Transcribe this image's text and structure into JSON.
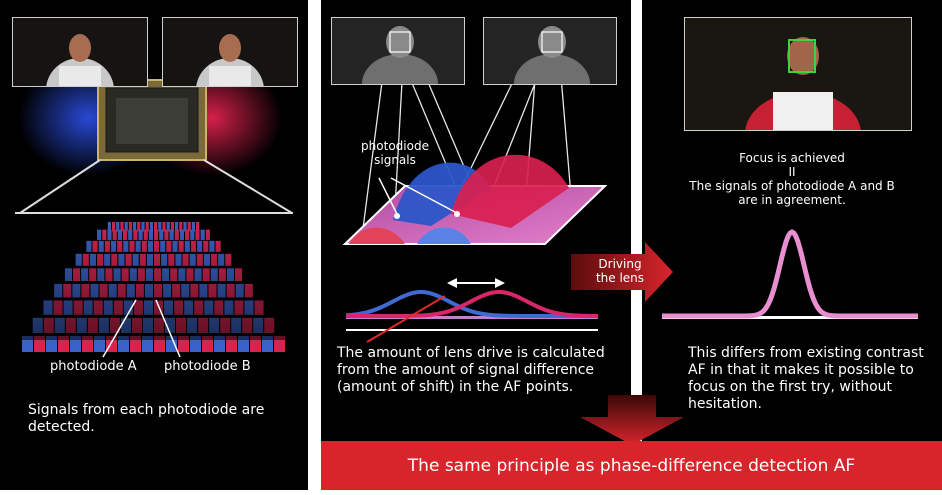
{
  "panel1": {
    "label_a": "photodiode A",
    "label_b": "photodiode B",
    "caption": "Signals from each photodiode are detected."
  },
  "panel2": {
    "signals_label_line1": "photodiode",
    "signals_label_line2": "signals",
    "caption": "The amount of lens drive is calculated from the amount of signal difference (amount of shift) in the AF points."
  },
  "arrow": {
    "line1": "Driving",
    "line2": "the lens"
  },
  "panel3": {
    "focus_line1": "Focus is achieved",
    "focus_equals": "II",
    "focus_line2": "The signals of photodiode A and B",
    "focus_line3": "are in agreement.",
    "caption": "This differs from existing contrast AF in that it makes it possible to focus on the first try, without hesitation."
  },
  "banner": {
    "text": "The same principle as phase-difference detection AF"
  },
  "colors": {
    "photodiode_a": "#3a63c8",
    "photodiode_b": "#d62450",
    "focused_signal": "#e88fcf",
    "banner": "#d8252c",
    "focus_box": "#3bd43b"
  }
}
